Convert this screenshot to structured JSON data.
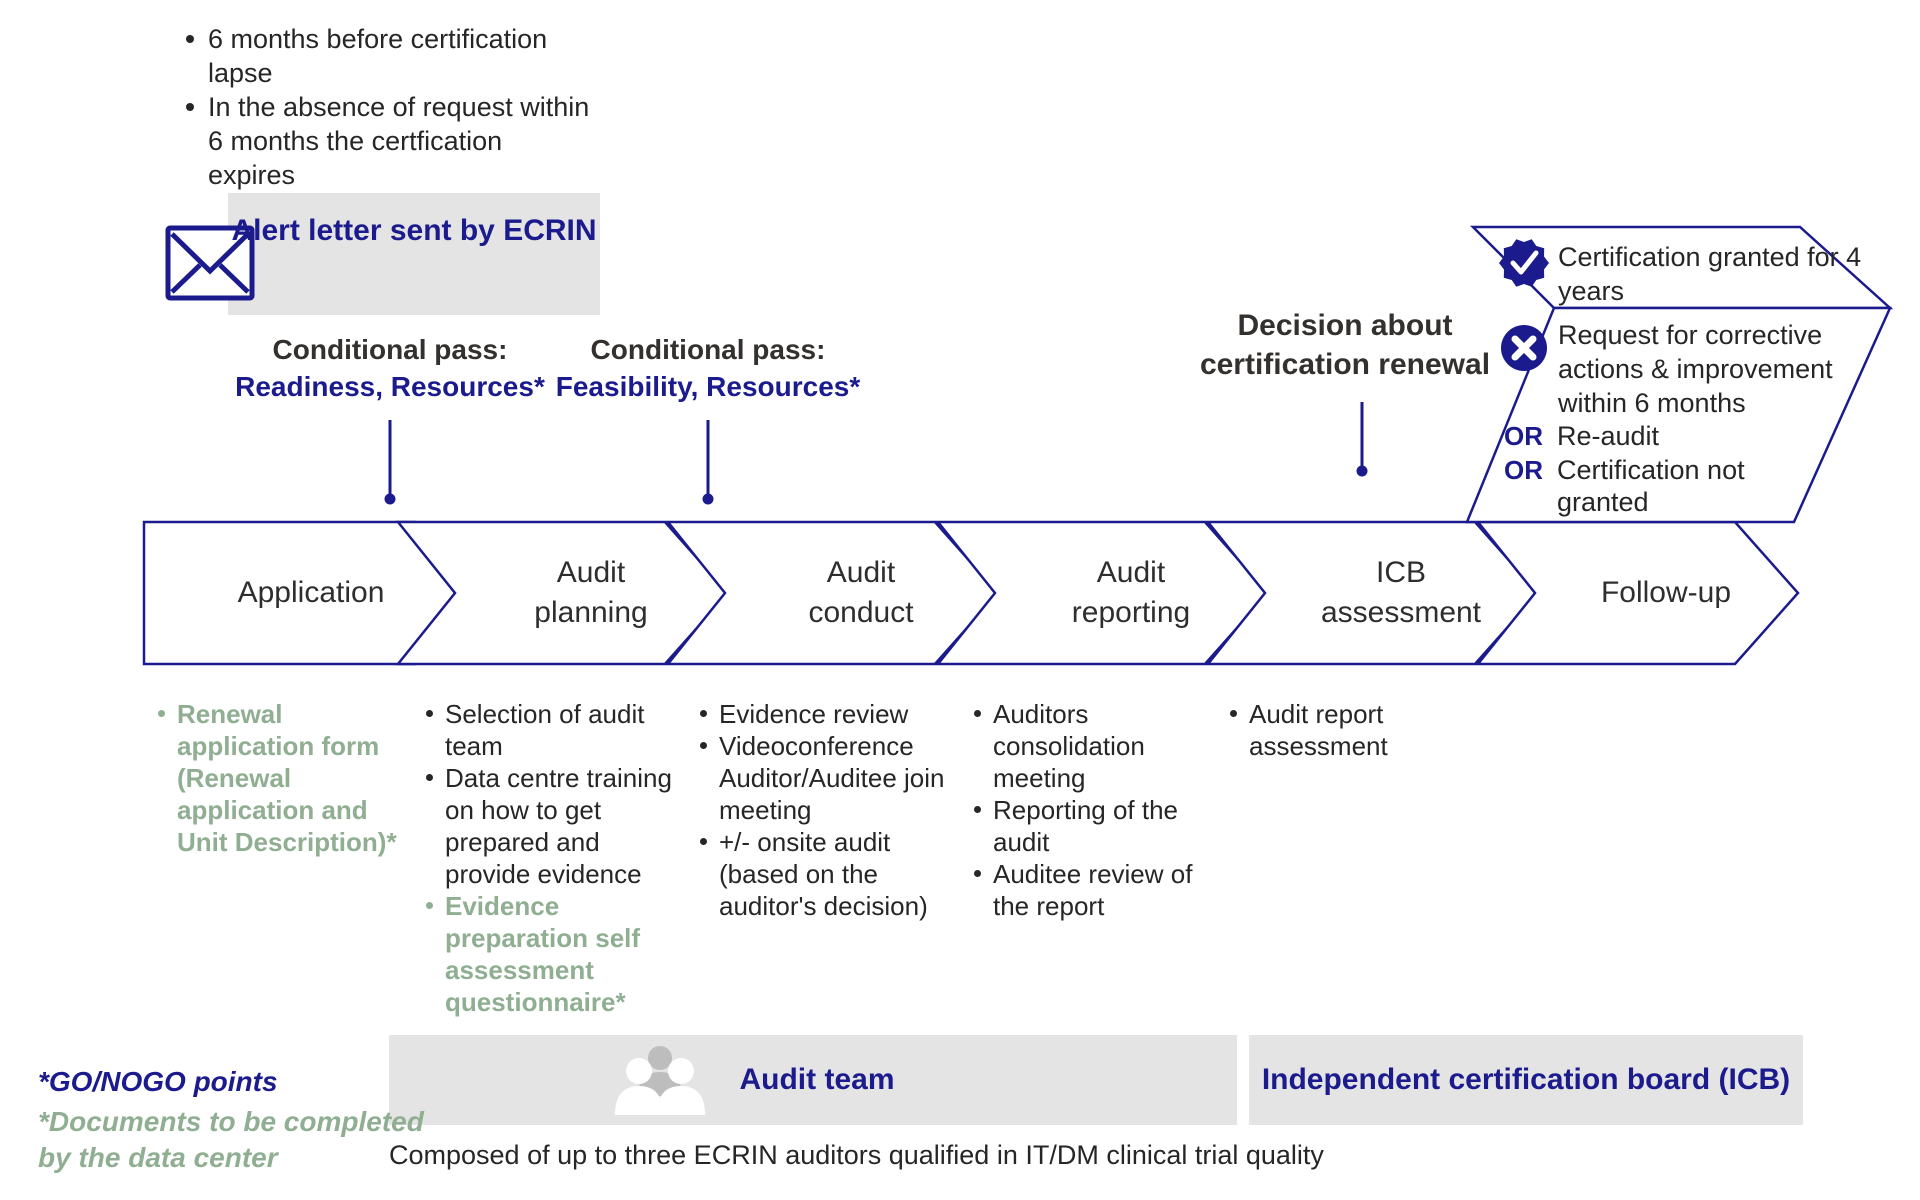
{
  "colors": {
    "navy": "#1b1b8e",
    "sage_green": "#8fae92",
    "dark_text": "#262626",
    "box_gray": "#e4e4e4",
    "icon_gray": "#bdbdbd"
  },
  "top_notes": {
    "items": [
      "6 months before certification lapse",
      "In the absence of request within 6 months the certfication expires"
    ]
  },
  "alert_letter": {
    "title": "Alert letter sent by ECRIN"
  },
  "checkpoints": {
    "pass1": {
      "title": "Conditional pass:",
      "subtitle": "Readiness, Resources*"
    },
    "pass2": {
      "title": "Conditional pass:",
      "subtitle": "Feasibility, Resources*"
    },
    "decision": {
      "title": "Decision about certification renewal"
    }
  },
  "process_steps": [
    {
      "label": "Application",
      "bullets": [
        {
          "text": "Renewal application form (Renewal application and Unit Description)*",
          "highlighted": true
        }
      ]
    },
    {
      "label": "Audit planning",
      "bullets": [
        {
          "text": "Selection of audit team",
          "highlighted": false
        },
        {
          "text": "Data centre training on how to get prepared and provide evidence",
          "highlighted": false
        },
        {
          "text": "Evidence preparation self assessment questionnaire*",
          "highlighted": true
        }
      ]
    },
    {
      "label": "Audit conduct",
      "bullets": [
        {
          "text": "Evidence review",
          "highlighted": false
        },
        {
          "text": "Videoconference Auditor/Auditee join meeting",
          "highlighted": false
        },
        {
          "text": "+/- onsite audit (based on the auditor's decision)",
          "highlighted": false
        }
      ]
    },
    {
      "label": "Audit reporting",
      "bullets": [
        {
          "text": "Auditors consolidation meeting",
          "highlighted": false
        },
        {
          "text": "Reporting of the audit",
          "highlighted": false
        },
        {
          "text": "Auditee review of the report",
          "highlighted": false
        }
      ]
    },
    {
      "label": "ICB assessment",
      "bullets": [
        {
          "text": "Audit report assessment",
          "highlighted": false
        }
      ]
    },
    {
      "label": "Follow-up",
      "bullets": []
    }
  ],
  "outcomes": {
    "granted": {
      "text": "Certification granted for 4 years"
    },
    "corrective": {
      "text": "Request for corrective actions & improvement within 6 months"
    },
    "or_label": "OR",
    "alt1": "Re-audit",
    "alt2": "Certification not granted"
  },
  "teams": {
    "audit_team": {
      "label": "Audit team",
      "caption": "Composed of up to three ECRIN auditors qualified in IT/DM clinical trial quality"
    },
    "icb": {
      "label": "Independent certification board (ICB)"
    }
  },
  "footnotes": {
    "go_nogo": "*GO/NOGO points",
    "documents": "*Documents to be completed by the data center"
  }
}
